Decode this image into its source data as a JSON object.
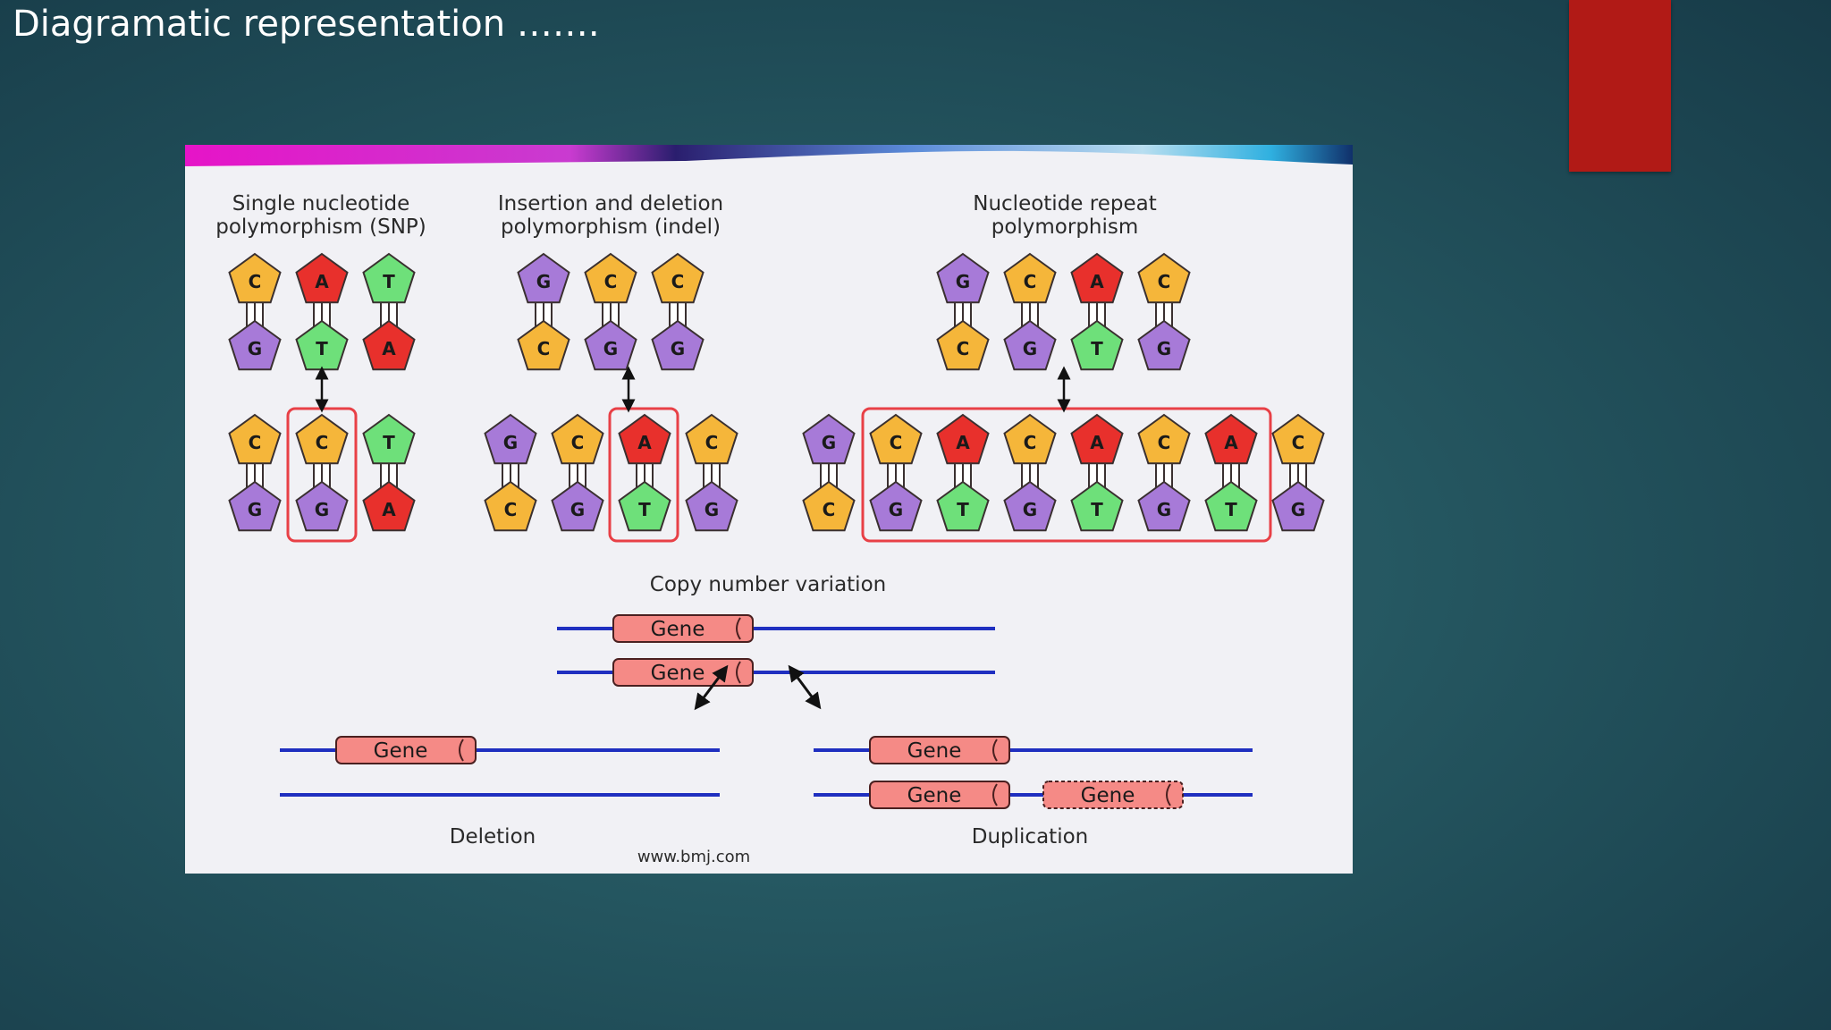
{
  "slide": {
    "title": "Diagramatic representation ……."
  },
  "colors": {
    "accent_red": "#b11a16",
    "base_C": "#f5b63a",
    "base_G": "#a77ad8",
    "base_A": "#e8302c",
    "base_T": "#6ee07a",
    "highlight_box": "#e84046",
    "gene": "#f58a86",
    "chromosome_line": "#1f2fc0"
  },
  "figure": {
    "snp": {
      "heading": [
        "Single nucleotide",
        "polymorphism (SNP)"
      ],
      "top": [
        [
          "C",
          "G"
        ],
        [
          "A",
          "T"
        ],
        [
          "T",
          "A"
        ]
      ],
      "bottom": [
        [
          "C",
          "G"
        ],
        [
          "C",
          "G"
        ],
        [
          "T",
          "A"
        ]
      ]
    },
    "indel": {
      "heading": [
        "Insertion and deletion",
        "polymorphism (indel)"
      ],
      "top": [
        [
          "G",
          "C"
        ],
        [
          "C",
          "G"
        ],
        [
          "C",
          "G"
        ]
      ],
      "bottom": [
        [
          "G",
          "C"
        ],
        [
          "C",
          "G"
        ],
        [
          "A",
          "T"
        ],
        [
          "C",
          "G"
        ]
      ]
    },
    "repeat": {
      "heading": [
        "Nucleotide repeat",
        "polymorphism"
      ],
      "top": [
        [
          "G",
          "C"
        ],
        [
          "C",
          "G"
        ],
        [
          "A",
          "T"
        ],
        [
          "C",
          "G"
        ]
      ],
      "bottom": [
        [
          "G",
          "C"
        ],
        [
          "C",
          "G"
        ],
        [
          "A",
          "T"
        ],
        [
          "C",
          "G"
        ],
        [
          "A",
          "T"
        ],
        [
          "C",
          "G"
        ],
        [
          "A",
          "T"
        ],
        [
          "C",
          "G"
        ]
      ]
    },
    "cnv": {
      "heading": "Copy number variation",
      "gene_label": "Gene",
      "deletion_label": "Deletion",
      "duplication_label": "Duplication"
    },
    "credit": "www.bmj.com"
  }
}
